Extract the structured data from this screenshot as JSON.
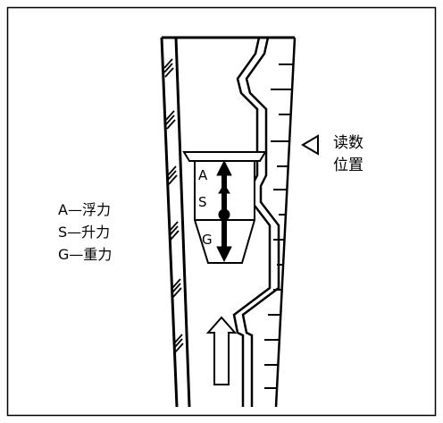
{
  "diagram": {
    "legend": [
      "A—浮力",
      "S—升力",
      "G—重力"
    ],
    "float_letters": {
      "a": "A",
      "s": "S",
      "g": "G"
    },
    "reading": {
      "line1": "读数",
      "line2": "位置"
    }
  }
}
